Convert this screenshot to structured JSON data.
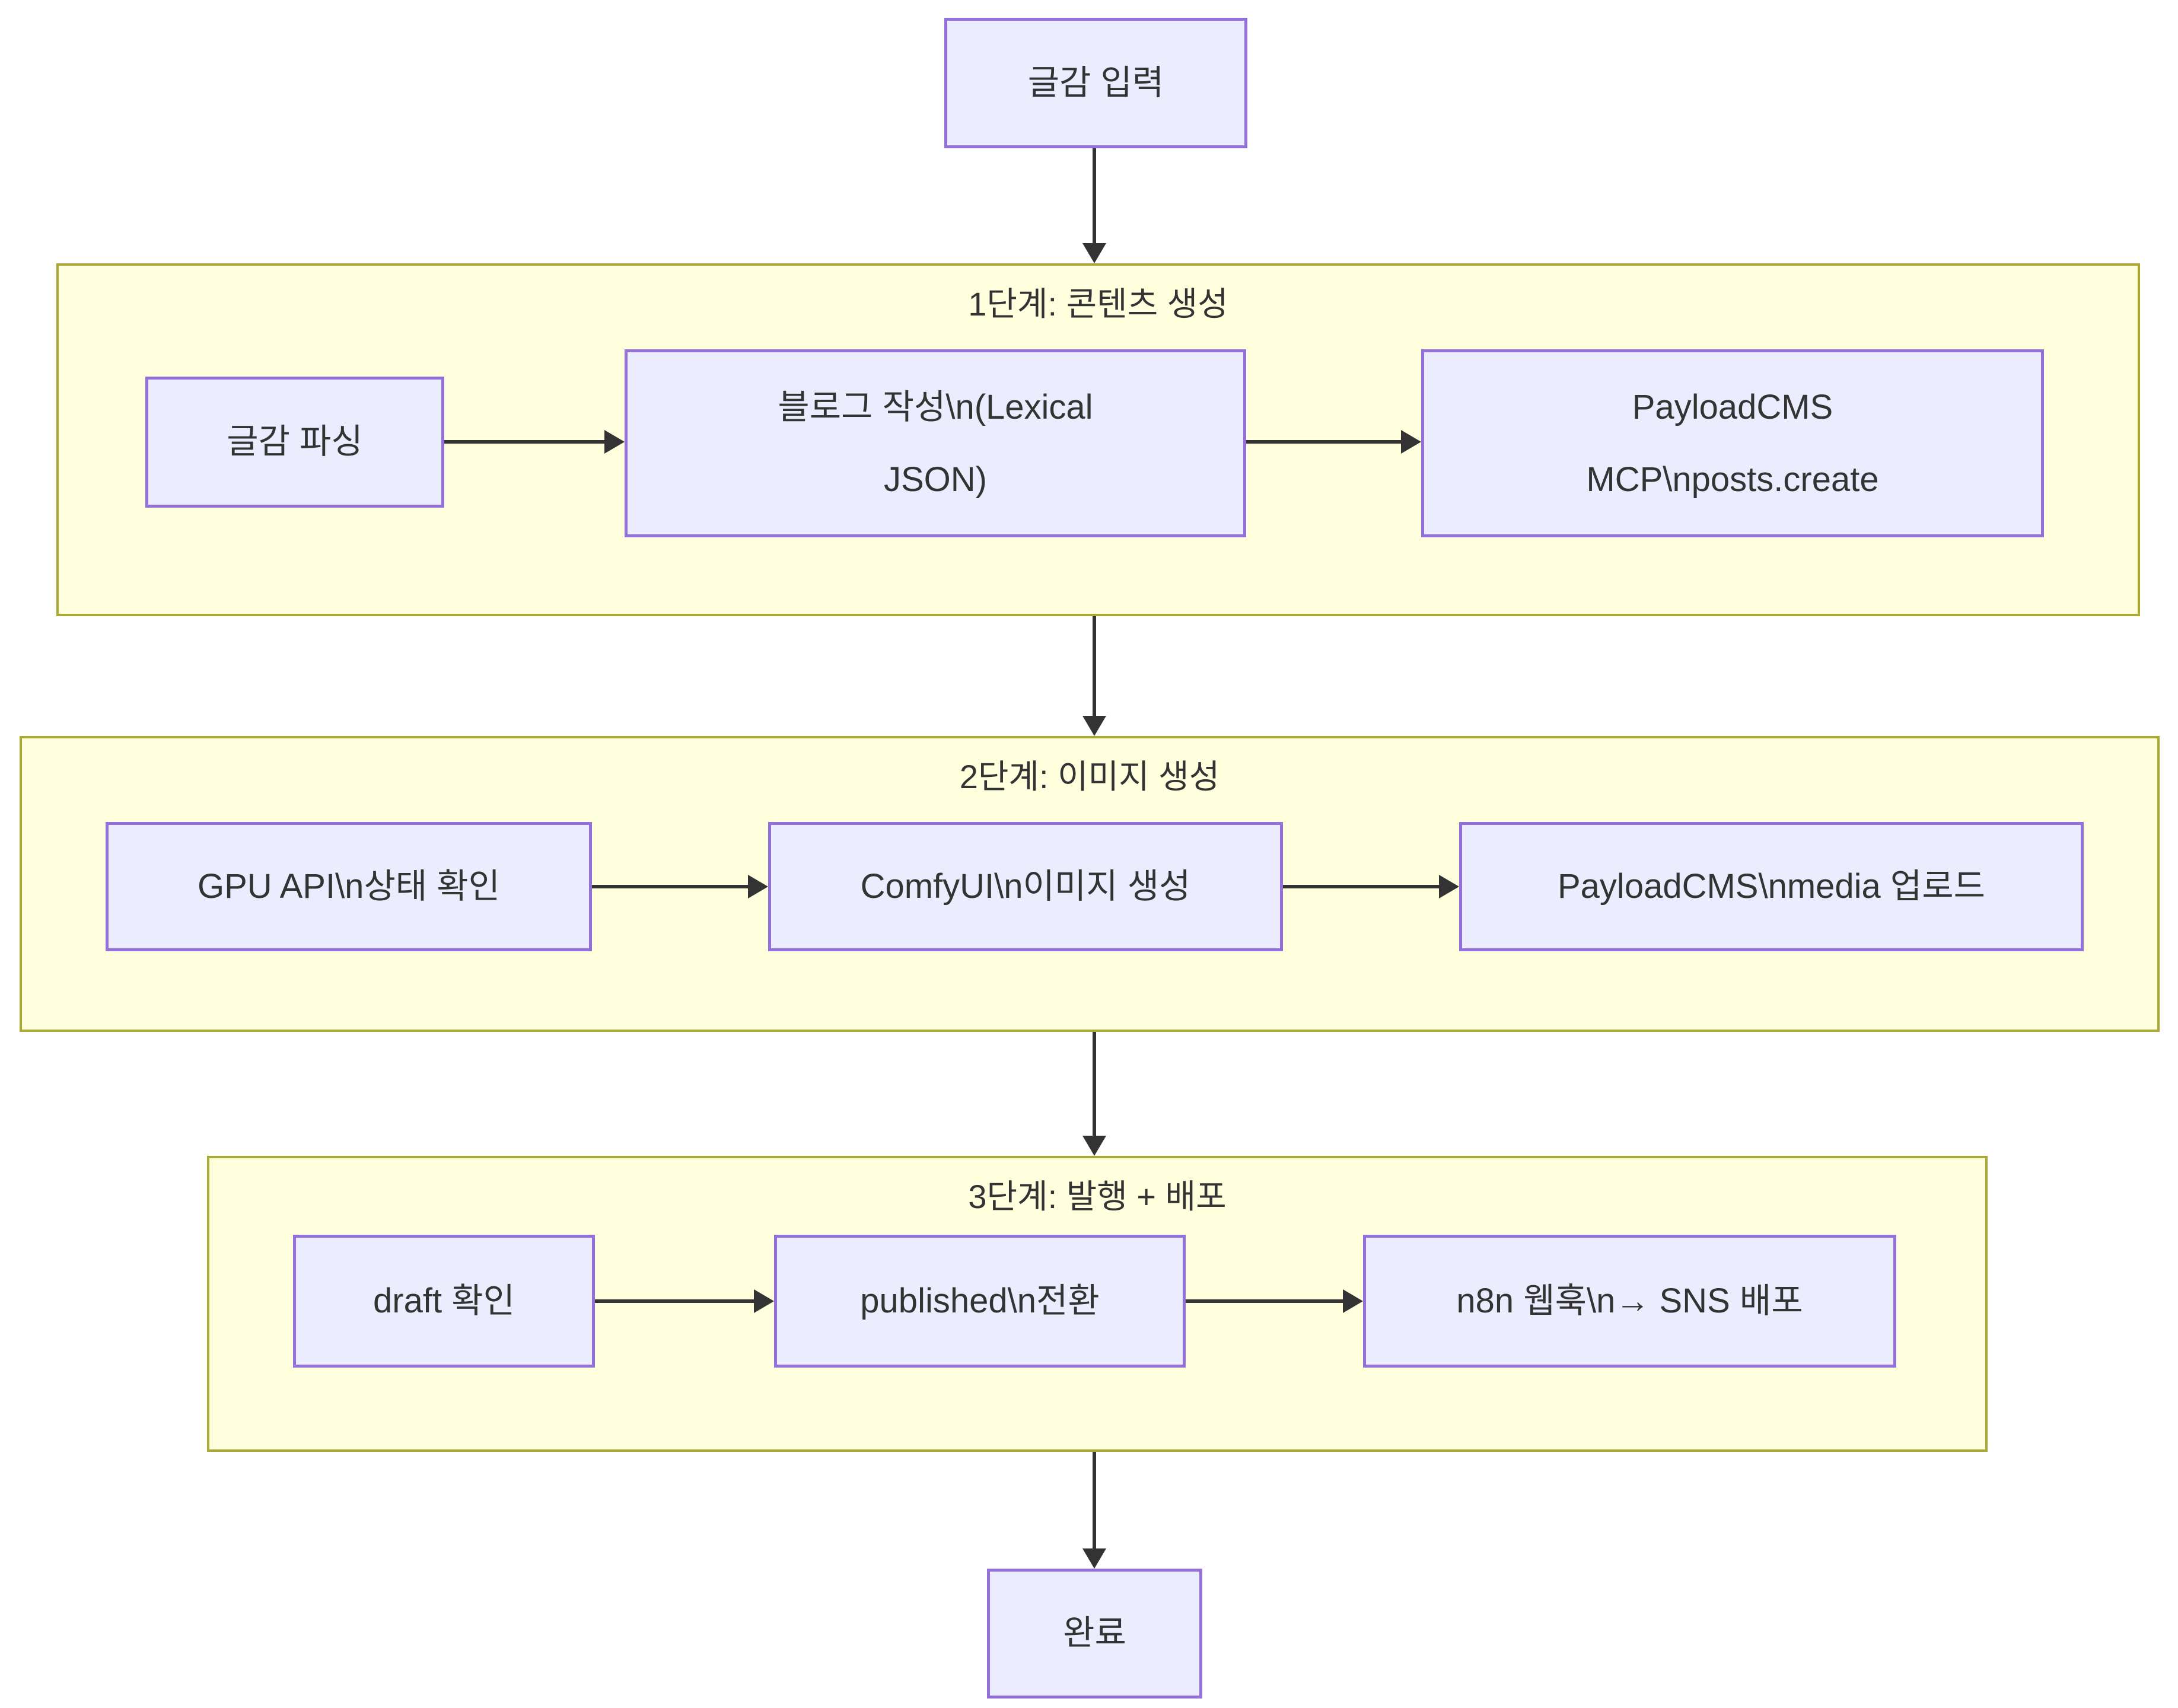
{
  "flow": {
    "start": {
      "label": "글감 입력"
    },
    "stages": [
      {
        "title": "1단계: 콘텐츠 생성",
        "nodes": [
          {
            "line1": "글감 파싱"
          },
          {
            "line1": "블로그 작성\\n(Lexical",
            "line2": "JSON)"
          },
          {
            "line1": "PayloadCMS",
            "line2": "MCP\\nposts.create"
          }
        ]
      },
      {
        "title": "2단계: 이미지 생성",
        "nodes": [
          {
            "line1": "GPU API\\n상태 확인"
          },
          {
            "line1": "ComfyUI\\n이미지 생성"
          },
          {
            "line1": "PayloadCMS\\nmedia 업로드"
          }
        ]
      },
      {
        "title": "3단계: 발행 + 배포",
        "nodes": [
          {
            "line1": "draft 확인"
          },
          {
            "line1": "published\\n전환"
          },
          {
            "line1": "n8n 웹훅\\n→ SNS 배포"
          }
        ]
      }
    ],
    "end": {
      "label": "완료"
    },
    "colors": {
      "node_fill": "#ECECFF",
      "node_border": "#9370DB",
      "stage_fill": "#FFFFDE",
      "stage_border": "#AAAA33",
      "edge": "#333333",
      "text": "#333333",
      "background": "#FFFFFF"
    }
  }
}
